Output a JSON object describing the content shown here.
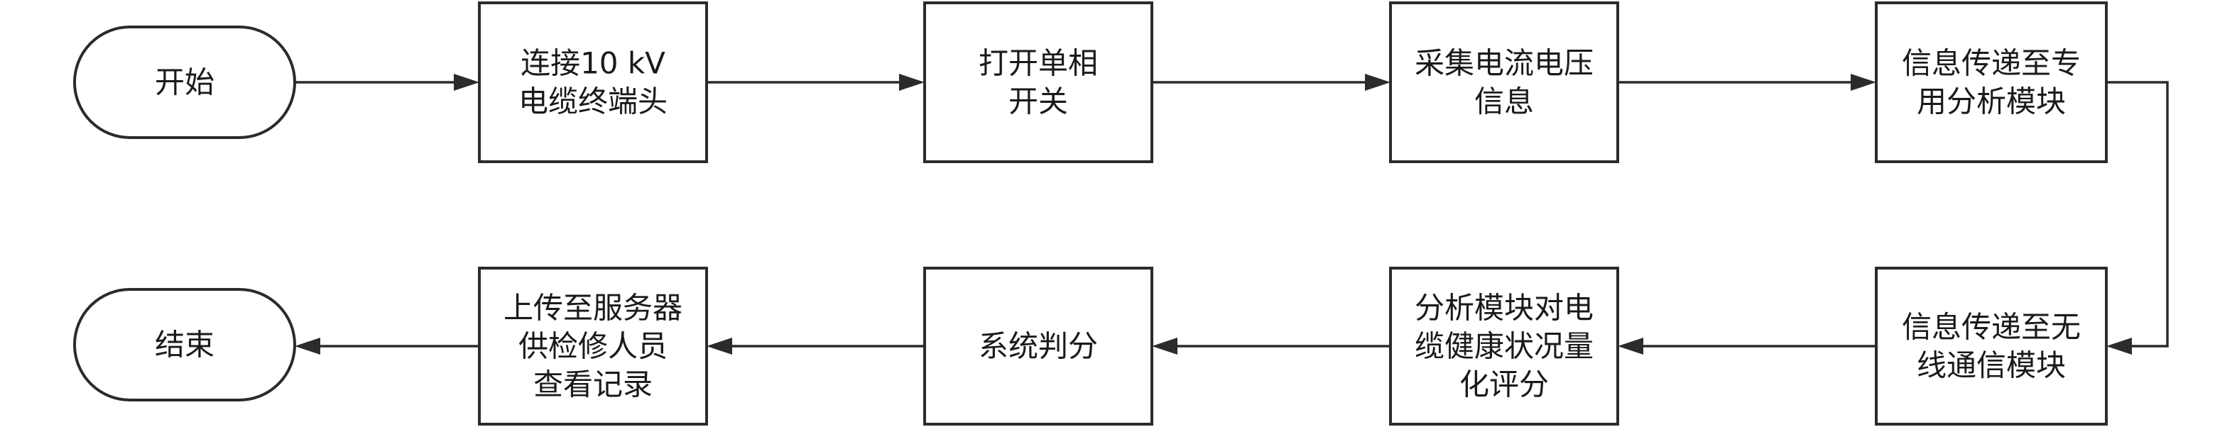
{
  "nodes": {
    "start": {
      "lines": [
        "开始"
      ]
    },
    "connect": {
      "lines": [
        "连接10 kV",
        "电缆终端头"
      ]
    },
    "switch": {
      "lines": [
        "打开单相",
        "开关"
      ]
    },
    "collect": {
      "lines": [
        "采集电流电压",
        "信息"
      ]
    },
    "to_module": {
      "lines": [
        "信息传递至专",
        "用分析模块"
      ]
    },
    "to_wireless": {
      "lines": [
        "信息传递至无",
        "线通信模块"
      ]
    },
    "scoring": {
      "lines": [
        "分析模块对电",
        "缆健康状况量",
        "化评分"
      ]
    },
    "judge": {
      "lines": [
        "系统判分"
      ]
    },
    "upload": {
      "lines": [
        "上传至服务器",
        "供检修人员",
        "查看记录"
      ]
    },
    "end": {
      "lines": [
        "结束"
      ]
    }
  },
  "edges": [
    {
      "from": "start",
      "to": "connect"
    },
    {
      "from": "connect",
      "to": "switch"
    },
    {
      "from": "switch",
      "to": "collect"
    },
    {
      "from": "collect",
      "to": "to_module"
    },
    {
      "from": "to_module",
      "to": "to_wireless"
    },
    {
      "from": "to_wireless",
      "to": "scoring"
    },
    {
      "from": "scoring",
      "to": "judge"
    },
    {
      "from": "judge",
      "to": "upload"
    },
    {
      "from": "upload",
      "to": "end"
    }
  ]
}
